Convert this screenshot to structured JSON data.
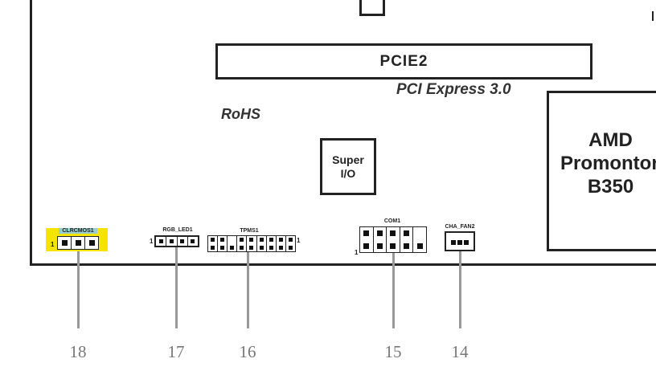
{
  "slot": {
    "label": "PCIE2",
    "subtitle": "PCI Express 3.0"
  },
  "rohs": "RoHS",
  "super_io": {
    "line1": "Super",
    "line2": "I/O"
  },
  "chipset": {
    "line1": "AMD",
    "line2": "Promontory",
    "line3": "B350"
  },
  "pin1": "1",
  "connectors": [
    {
      "name": "CLRCMOS1",
      "callout": "18"
    },
    {
      "name": "RGB_LED1",
      "callout": "17"
    },
    {
      "name": "TPMS1",
      "callout": "16"
    },
    {
      "name": "COM1",
      "callout": "15"
    },
    {
      "name": "CHA_FAN2",
      "callout": "14"
    }
  ],
  "colors": {
    "highlight": "#f5e400",
    "outline": "#222222",
    "callout": "#999999"
  }
}
